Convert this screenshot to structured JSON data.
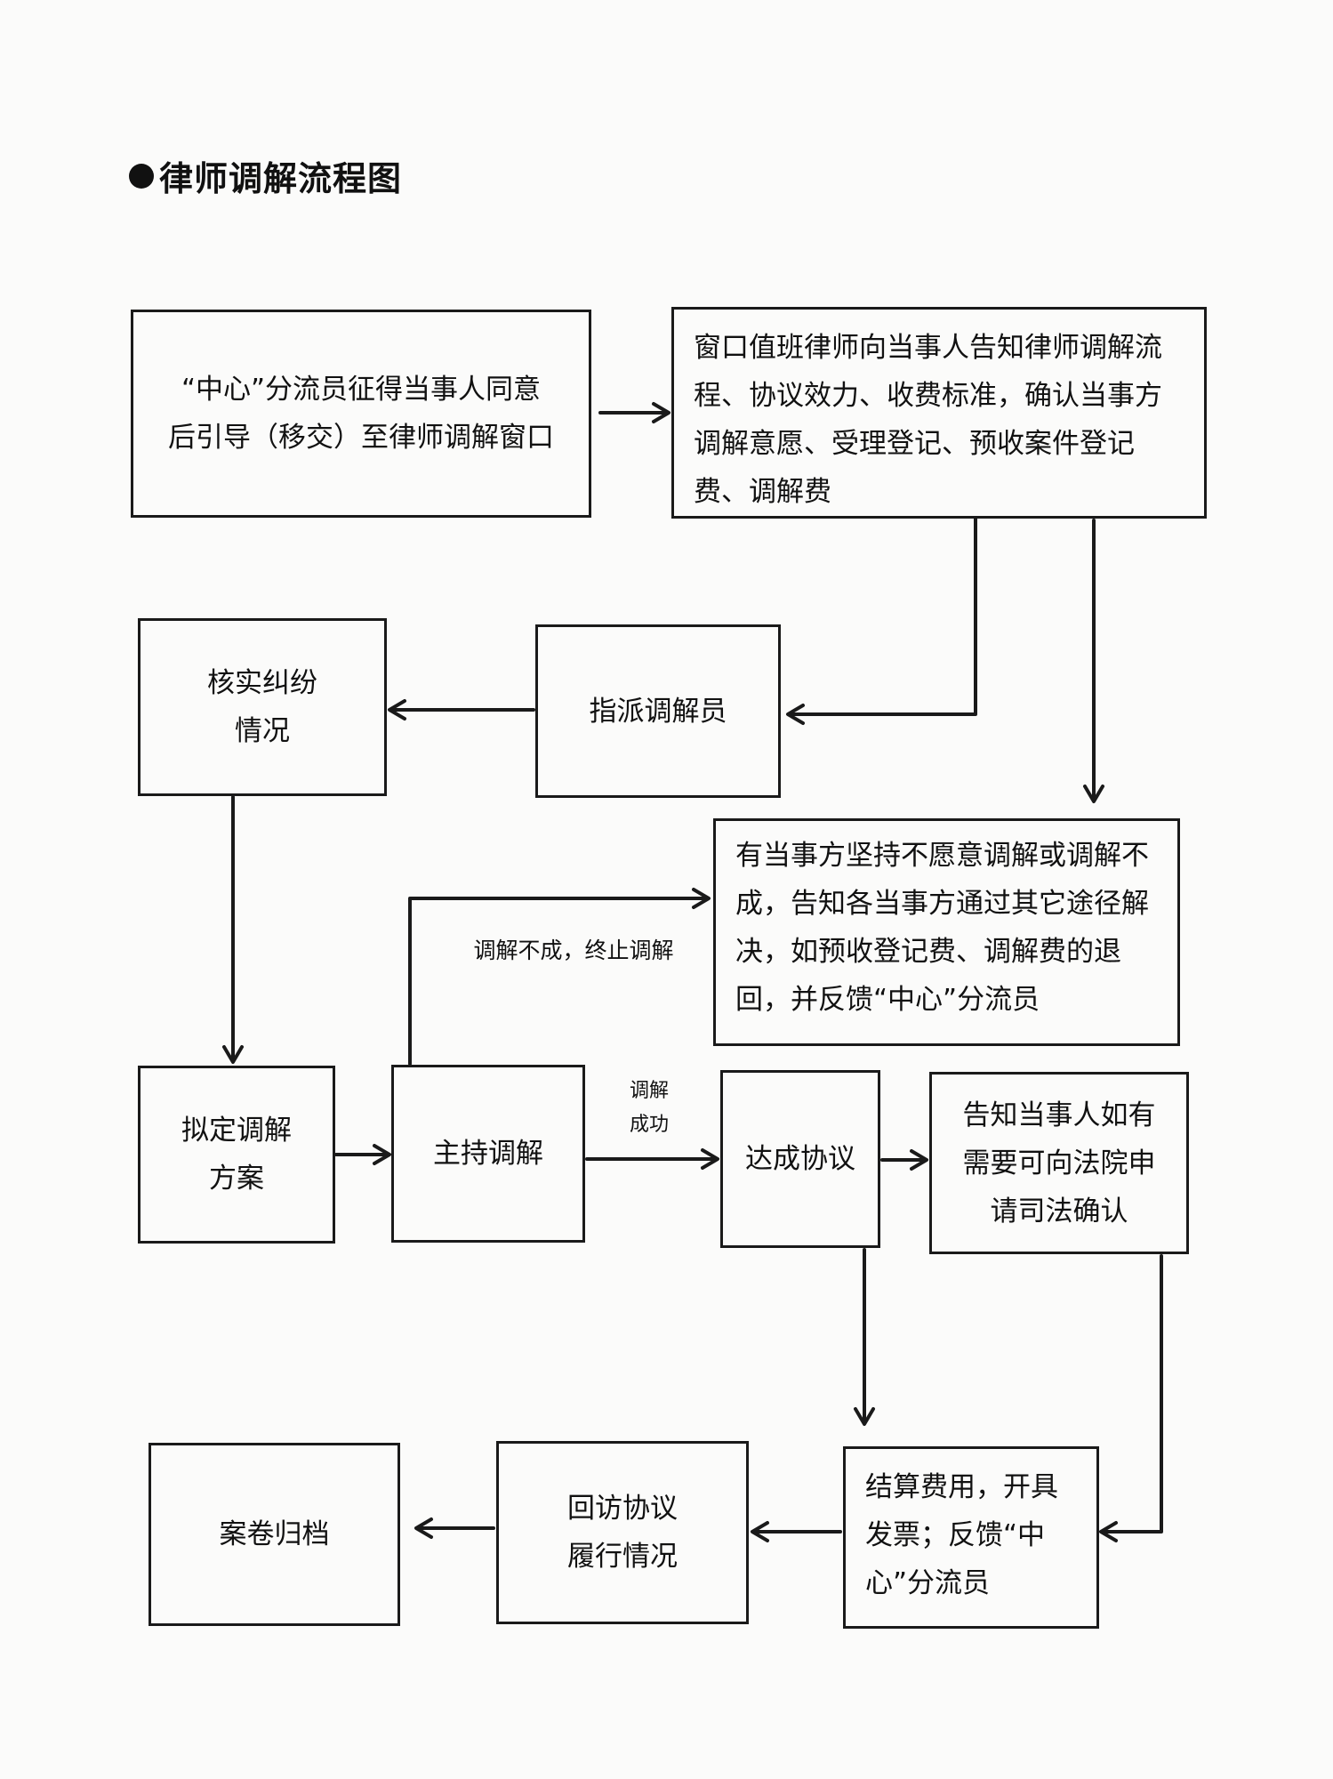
{
  "title": "律师调解流程图",
  "nodes": {
    "referral": "“中心”分流员征得当事人同意\n后引导（移交）至律师调解窗口",
    "window_lawyer": "窗口值班律师向当事人告知律师调解流程、协议效力、收费标准，确认当事方调解意愿、受理登记、预收案件登记费、调解费",
    "verify": "核实纠纷\n情况",
    "assign": "指派调解员",
    "refuse": "有当事方坚持不愿意调解或调解不成，告知各当事方通过其它途径解决，如预收登记费、调解费的退回，并反馈“中心”分流员",
    "plan": "拟定调解\n方案",
    "host": "主持调解",
    "agreement": "达成协议",
    "judicial": "告知当事人如有\n需要可向法院申\n请司法确认",
    "settle": "结算费用，开具发票；反馈“中心”分流员",
    "follow_up": "回访协议\n履行情况",
    "archive": "案卷归档"
  },
  "edge_labels": {
    "fail": "调解不成，终止调解",
    "success": "调解\n成功"
  }
}
